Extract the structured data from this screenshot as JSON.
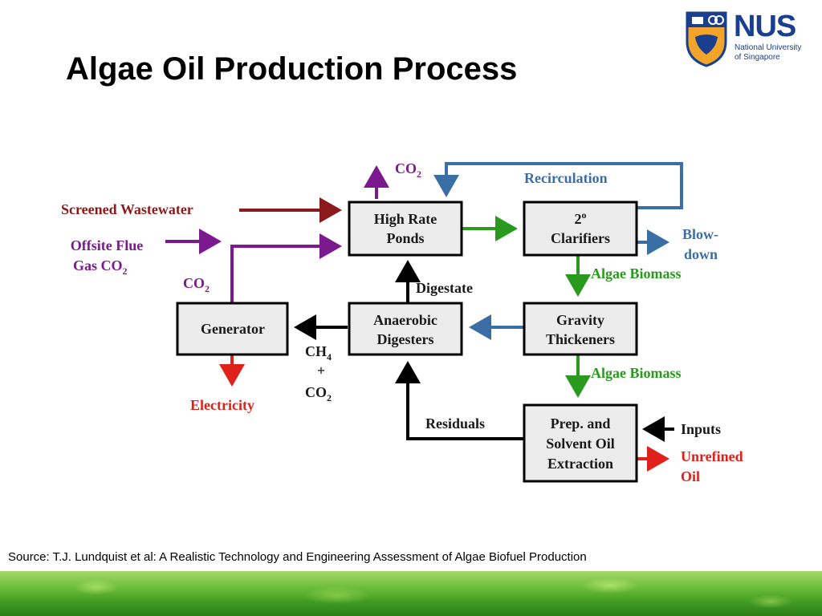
{
  "title": "Algae Oil Production Process",
  "logo": {
    "abbr": "NUS",
    "line1": "National University",
    "line2": "of Singapore"
  },
  "colors": {
    "wastewater": "#8b1a1a",
    "flue_gas_co2": "#7b1a8f",
    "recirculation": "#3a6ea5",
    "algae_biomass": "#2a9a1f",
    "energy_residuals": "#000000",
    "electricity_oil": "#e0201a"
  },
  "boxes": {
    "ponds": [
      "High Rate",
      "Ponds"
    ],
    "clarifiers": [
      "2",
      "o",
      "Clarifiers"
    ],
    "generator": [
      "Generator"
    ],
    "digesters": [
      "Anaerobic",
      "Digesters"
    ],
    "thickeners": [
      "Gravity",
      "Thickeners"
    ],
    "extraction": [
      "Prep. and",
      "Solvent Oil",
      "Extraction"
    ]
  },
  "labels": {
    "co2_top": [
      "CO",
      "2"
    ],
    "recirculation": "Recirculation",
    "screened_wastewater": "Screened Wastewater",
    "offsite_flue": [
      "Offsite Flue",
      "Gas CO",
      "2"
    ],
    "co2_left": [
      "CO",
      "2"
    ],
    "blowdown": [
      "Blow-",
      "down"
    ],
    "algae_biomass_1": "Algae Biomass",
    "digestate": "Digestate",
    "ch4_co2": [
      "CH",
      "4",
      "+",
      "CO",
      "2"
    ],
    "algae_biomass_2": "Algae Biomass",
    "electricity": "Electricity",
    "residuals": "Residuals",
    "inputs": "Inputs",
    "unrefined_oil": [
      "Unrefined",
      "Oil"
    ]
  },
  "source": "Source: T.J. Lundquist et al: A Realistic Technology and Engineering Assessment of Algae Biofuel Production"
}
